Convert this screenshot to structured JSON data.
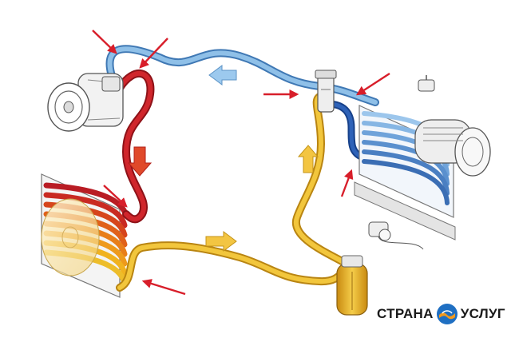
{
  "colors": {
    "background": "#ffffff",
    "low_pressure_vapor": "#6fa8d8",
    "low_pressure_vapor_dark": "#3f78b4",
    "high_pressure_vapor": "#c8202a",
    "high_pressure_vapor_dark": "#8e1218",
    "high_pressure_liquid": "#e8b52a",
    "high_pressure_liquid_dark": "#b98512",
    "evaporator_dark": "#1f4fa0",
    "arrow_red": "#d81e2a",
    "component_outline": "#555555",
    "logo_blue": "#1f6fc2",
    "logo_orange": "#f39a1e"
  },
  "components": [
    {
      "name": "compressor",
      "icon": "compressor-icon"
    },
    {
      "name": "condenser",
      "icon": "condenser-coil-icon"
    },
    {
      "name": "condenser_fan",
      "icon": "fan-icon"
    },
    {
      "name": "receiver_drier",
      "icon": "receiver-drier-icon"
    },
    {
      "name": "expansion_valve",
      "icon": "expansion-valve-icon"
    },
    {
      "name": "evaporator",
      "icon": "evaporator-coil-icon"
    },
    {
      "name": "blower_motor",
      "icon": "blower-motor-icon"
    },
    {
      "name": "pressure_switch",
      "icon": "pressure-switch-icon"
    },
    {
      "name": "temperature_sensor",
      "icon": "sensor-icon"
    }
  ],
  "flow_arrows": [
    "down-arrow-red",
    "left-arrow-blue",
    "right-arrow-yellow",
    "up-arrow-yellow"
  ],
  "watermark": {
    "left_text": "СТРАНА",
    "right_text": "УСЛУГ",
    "icon": "handshake-logo-icon"
  }
}
